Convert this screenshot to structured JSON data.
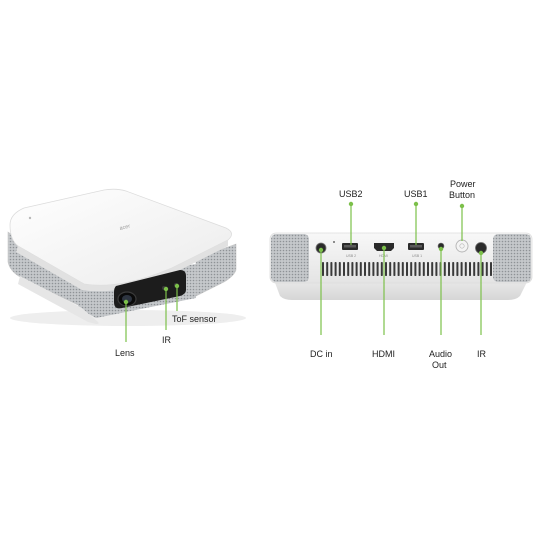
{
  "front_view": {
    "brand_mark": "acer",
    "callouts": {
      "lens": "Lens",
      "ir": "IR",
      "tof_sensor": "ToF sensor"
    }
  },
  "rear_view": {
    "port_labels": {
      "usb1_port": "USB 1",
      "usb2_port": "USB 2",
      "hdmi_port": "HDMI"
    },
    "callouts": {
      "usb2": "USB2",
      "usb1": "USB1",
      "power_button_line1": "Power",
      "power_button_line2": "Button",
      "dc_in": "DC in",
      "hdmi": "HDMI",
      "audio_out_line1": "Audio",
      "audio_out_line2": "Out",
      "ir": "IR"
    }
  },
  "colors": {
    "callout_line": "#7cc04a",
    "callout_dot": "#7cc04a",
    "body_white": "#f6f6f6",
    "grille": "#b9bcbf",
    "lens_panel": "#1c1c1c",
    "rear_panel": "#ededed"
  }
}
